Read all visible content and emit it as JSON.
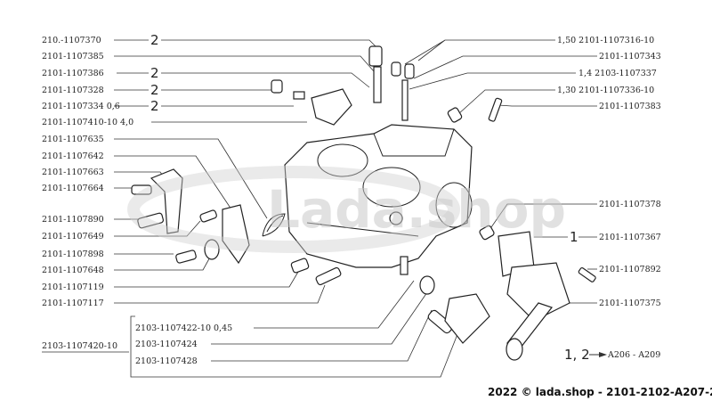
{
  "diagram": {
    "left_labels": [
      {
        "part": "210.-1107370",
        "qty": "2"
      },
      {
        "part": "2101-1107385",
        "qty": ""
      },
      {
        "part": "2101-1107386",
        "qty": "2"
      },
      {
        "part": "2101-1107328",
        "qty": "2"
      },
      {
        "part": "2101-1107334  0,6",
        "qty": "2"
      },
      {
        "part": "2101-1107410-10  4,0",
        "qty": ""
      },
      {
        "part": "2101-1107635",
        "qty": ""
      },
      {
        "part": "2101-1107642",
        "qty": ""
      },
      {
        "part": "2101-1107663",
        "qty": ""
      },
      {
        "part": "2101-1107664",
        "qty": ""
      },
      {
        "part": "2101-1107890",
        "qty": ""
      },
      {
        "part": "2101-1107649",
        "qty": ""
      },
      {
        "part": "2101-1107898",
        "qty": ""
      },
      {
        "part": "2101-1107648",
        "qty": ""
      },
      {
        "part": "2101-1107119",
        "qty": ""
      },
      {
        "part": "2101-1107117",
        "qty": ""
      }
    ],
    "right_labels": [
      {
        "part": "1,50  2101-1107316-10",
        "qty": ""
      },
      {
        "part": "2101-1107343",
        "qty": ""
      },
      {
        "part": "1,4  2103-1107337",
        "qty": ""
      },
      {
        "part": "1,30  2101-1107336-10",
        "qty": ""
      },
      {
        "part": "2101-1107383",
        "qty": ""
      },
      {
        "part": "2101-1107378",
        "qty": ""
      },
      {
        "part": "2101-1107367",
        "qty": "1"
      },
      {
        "part": "2101-1107892",
        "qty": ""
      },
      {
        "part": "2101-1107375",
        "qty": ""
      }
    ],
    "assembly": {
      "part": "2103-1107420-10",
      "components": [
        "2103-1107422-10  0,45",
        "2103-1107424",
        "2103-1107428"
      ]
    },
    "reference": {
      "qty": "1, 2",
      "target": "A206 - A209"
    },
    "watermark": "Lada.shop",
    "footer": "2022 © lada.shop - 2101-2102-A207-2"
  }
}
